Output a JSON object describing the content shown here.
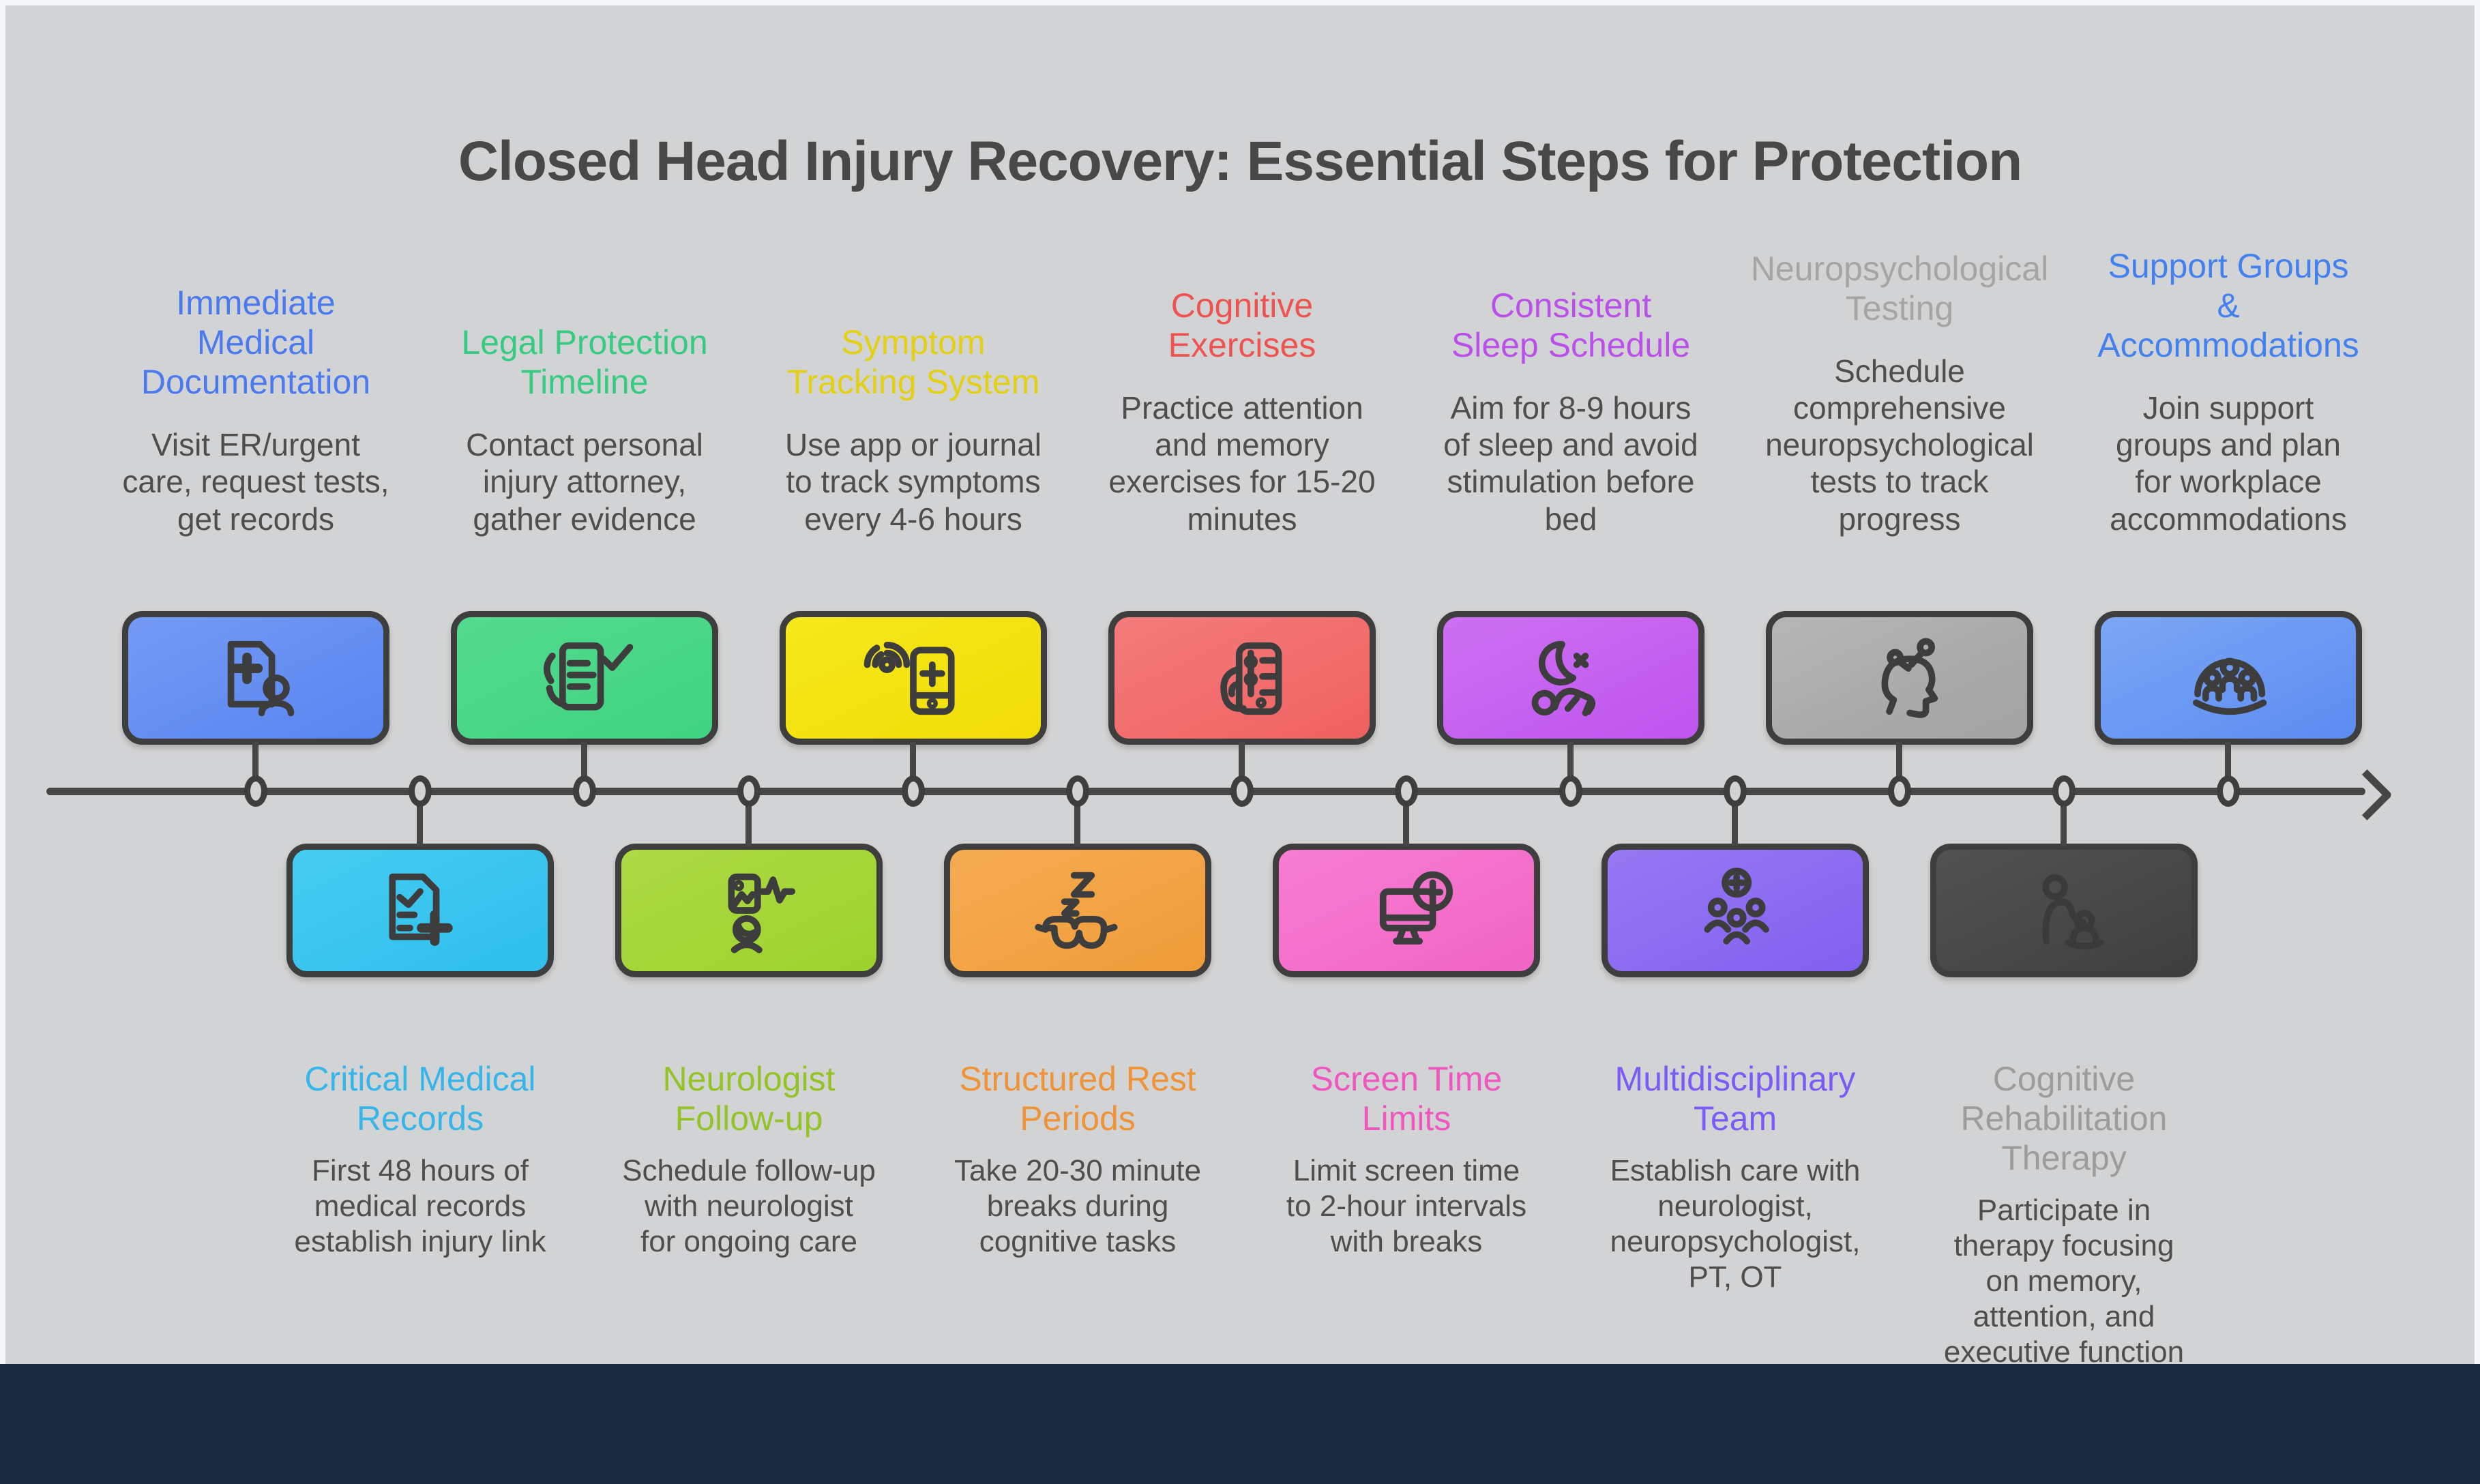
{
  "title": "Closed Head Injury Recovery: Essential Steps for Protection",
  "theme": {
    "background": "#d2d3d4",
    "frame": "#f5f8fa",
    "footer_bar": "#1a2b3f",
    "timeline_color": "#464646",
    "body_text_color": "#4e4e4e",
    "title_color": "#484848"
  },
  "steps_top": [
    {
      "heading": "Immediate\nMedical\nDocumentation",
      "body": "Visit ER/urgent\ncare, request tests,\nget records",
      "heading_color": "#4a79f0",
      "box_gradient_1": "#739af4",
      "box_gradient_2": "#5a85f1",
      "icon": "medical-document-icon"
    },
    {
      "heading": "Legal Protection\nTimeline",
      "body": "Contact personal\ninjury attorney,\ngather evidence",
      "heading_color": "#35cc81",
      "box_gradient_1": "#53da8e",
      "box_gradient_2": "#3fd381",
      "icon": "legal-checklist-icon"
    },
    {
      "heading": "Symptom\nTracking System",
      "body": "Use app or journal\nto track symptoms\nevery 4-6 hours",
      "heading_color": "#e3d012",
      "box_gradient_1": "#f6e81c",
      "box_gradient_2": "#f1dd06",
      "icon": "fingerprint-phone-icon"
    },
    {
      "heading": "Cognitive\nExercises",
      "body": "Practice attention\nand memory\nexercises for 15-20\nminutes",
      "heading_color": "#ef5350",
      "box_gradient_1": "#f47c7c",
      "box_gradient_2": "#f06161",
      "icon": "hand-phone-icon"
    },
    {
      "heading": "Consistent\nSleep Schedule",
      "body": "Aim for 8-9 hours\nof sleep and avoid\nstimulation before\nbed",
      "heading_color": "#bb4fe9",
      "box_gradient_1": "#cd70f2",
      "box_gradient_2": "#bf55ee",
      "icon": "moon-sleep-icon"
    },
    {
      "heading": "Neuropsychological\nTesting",
      "body": "Schedule\ncomprehensive\nneuropsychological\ntests to track\nprogress",
      "heading_color": "#a5a5a5",
      "box_gradient_1": "#b5b5b5",
      "box_gradient_2": "#a2a2a2",
      "icon": "head-synapse-icon"
    },
    {
      "heading": "Support Groups\n&\nAccommodations",
      "body": "Join support\ngroups and plan\nfor workplace\naccommodations",
      "heading_color": "#4381f0",
      "box_gradient_1": "#7ca7f5",
      "box_gradient_2": "#5d8cf1",
      "icon": "support-group-icon"
    }
  ],
  "steps_bottom": [
    {
      "heading": "Critical Medical\nRecords",
      "body": "First 48 hours of\nmedical records\nestablish injury link",
      "heading_color": "#36b5e9",
      "box_gradient_1": "#46cbf1",
      "box_gradient_2": "#2ebfec",
      "icon": "medical-record-plus-icon"
    },
    {
      "heading": "Neurologist\nFollow-up",
      "body": "Schedule follow-up\nwith neurologist\nfor ongoing care",
      "heading_color": "#94c325",
      "box_gradient_1": "#aeda45",
      "box_gradient_2": "#9cd22c",
      "icon": "doctor-pulse-icon"
    },
    {
      "heading": "Structured Rest\nPeriods",
      "body": "Take 20-30 minute\nbreaks during\ncognitive tasks",
      "heading_color": "#ef9336",
      "box_gradient_1": "#f5ab52",
      "box_gradient_2": "#ef9c38",
      "icon": "sleep-mask-icon"
    },
    {
      "heading": "Screen Time\nLimits",
      "body": "Limit screen time\nto 2-hour intervals\nwith breaks",
      "heading_color": "#f056bf",
      "box_gradient_1": "#f67ed2",
      "box_gradient_2": "#f164c4",
      "icon": "monitor-clock-icon"
    },
    {
      "heading": "Multidisciplinary\nTeam",
      "body": "Establish care with\nneurologist,\nneuropsychologist,\nPT, OT",
      "heading_color": "#7b5bf8",
      "box_gradient_1": "#9779f3",
      "box_gradient_2": "#8260ef",
      "icon": "medical-team-icon"
    },
    {
      "heading": "Cognitive\nRehabilitation\nTherapy",
      "body": "Participate in\ntherapy focusing\non memory,\nattention, and\nexecutive function",
      "heading_color": "#9c9c9c",
      "box_gradient_1": "#525252",
      "box_gradient_2": "#404040",
      "icon": "therapy-assist-icon"
    }
  ]
}
